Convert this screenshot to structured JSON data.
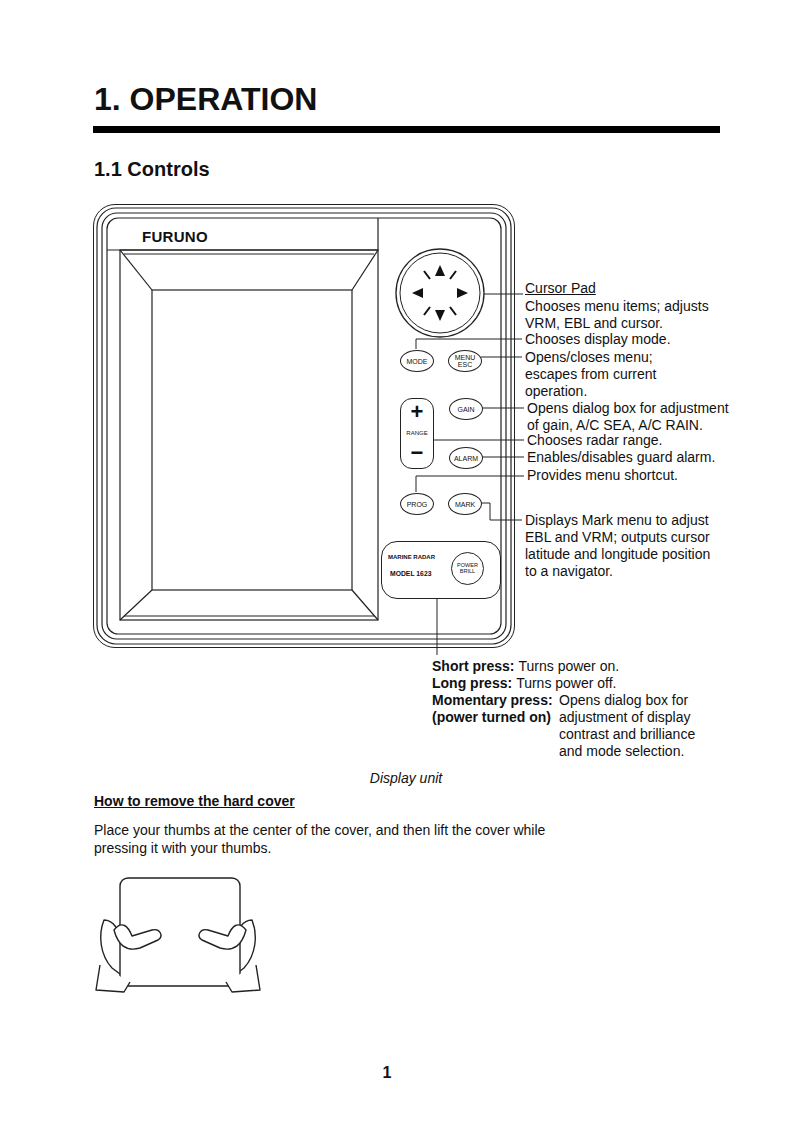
{
  "diagram": {
    "title": "1. OPERATION",
    "caption": "Display unit",
    "nodes": [
      {
        "text": [
          "FURUNO"
        ]
      },
      {
        "text": [
          "MODE"
        ],
        "in": 0
      },
      {
        "text": [
          "MENU ESC"
        ],
        "in": 0
      },
      {
        "text": [
          "+",
          "RANGE",
          "−"
        ],
        "in": 0
      },
      {
        "text": [
          "GAIN"
        ],
        "in": 0
      },
      {
        "text": [
          "ALARM"
        ],
        "in": 0
      },
      {
        "text": [
          "PROG"
        ],
        "in": 0
      },
      {
        "text": [
          "MARK"
        ],
        "in": 0
      },
      {
        "text": [
          "MARINE RADAR",
          "MODEL 1623"
        ],
        "in": 0
      },
      {
        "text": [
          "POWER BRILL"
        ],
        "in": 8
      }
    ],
    "labels": [
      "1.1 Controls",
      "Cursor Pad",
      "Chooses menu items; adjusts VRM, EBL and cursor.",
      "Chooses display mode.",
      "Opens/closes menu; escapes from current operation.",
      "Opens dialog box for adjustment of gain, A/C SEA, A/C RAIN.",
      "Chooses radar range.",
      "Enables/disables guard alarm.",
      "Provides menu shortcut.",
      "Displays Mark menu to adjust EBL and VRM; outputs cursor latitude and longitude position to a navigator.",
      "Short press:",
      "Turns power on.",
      "Long press:",
      "Turns power off.",
      "Momentary press:",
      "(power turned on)",
      "Opens dialog box for adjustment of display contrast and brilliance and mode selection.",
      "How to remove the hard cover",
      "Place your thumbs at the center of the cover, and then lift the cover while pressing it with your thumbs.",
      "1"
    ]
  }
}
